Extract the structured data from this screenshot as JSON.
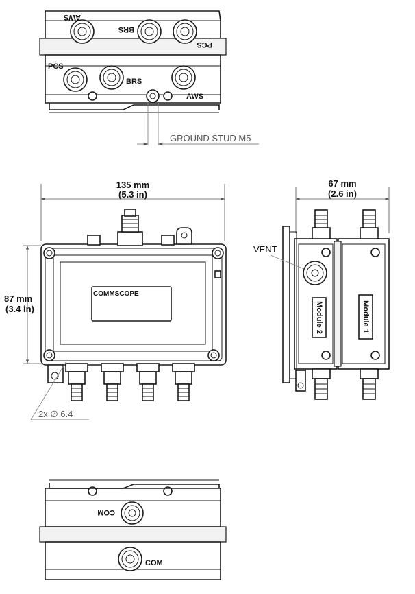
{
  "top_view": {
    "labels_back": {
      "aws": "AWS",
      "brs": "BRS",
      "pcs": "PCS"
    },
    "labels_front": {
      "pcs": "PCS",
      "brs": "BRS",
      "aws": "AWS"
    },
    "ground_stud": "GROUND STUD M5"
  },
  "front_view": {
    "width_mm": "135 mm",
    "width_in": "(5.3 in)",
    "height_mm": "87 mm",
    "height_in": "(3.4 in)",
    "brand": "COMMSCOPE",
    "hole_label": "2x ∅ 6.4"
  },
  "side_view": {
    "depth_mm": "67 mm",
    "depth_in": "(2.6 in)",
    "vent": "VENT",
    "module_1": "Module 1",
    "module_2": "Module 2"
  },
  "bottom_view": {
    "com_back": "COM",
    "com_front": "COM"
  }
}
